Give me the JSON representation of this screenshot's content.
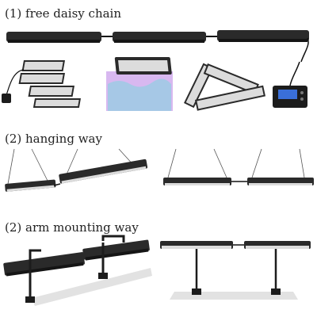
{
  "sections": [
    {
      "heading": "(1) free daisy chain"
    },
    {
      "heading": "(2) hanging way"
    },
    {
      "heading": "(2) arm mounting way"
    }
  ],
  "colors": {
    "fixture_body": "#2a2a2a",
    "fixture_dark": "#151515",
    "led_panel": "#dcdcdc",
    "led_dot": "#ffffff",
    "tank_glow": "#d8b8f0",
    "tank_water": "#a6c8e6",
    "controller_screen": "#3a6fd8",
    "shelf": "#e2e2e2"
  },
  "icons": [
    "led-light-fixture",
    "wire-cable",
    "controller-box",
    "aquarium-tank",
    "hanging-wire",
    "mounting-arm"
  ]
}
